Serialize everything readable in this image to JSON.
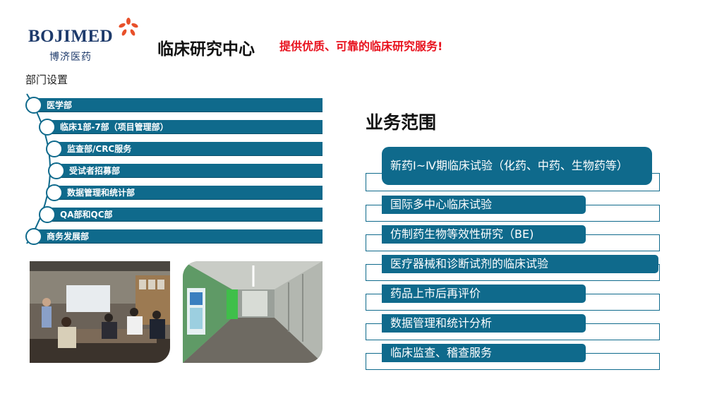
{
  "brand": {
    "logo_word": "BOJIMED",
    "logo_cn": "博济医药",
    "logo_color": "#1d3a6b",
    "star_color": "#e8502a"
  },
  "header": {
    "title": "临床研究中心",
    "slogan": "提供优质、可靠的临床研究服务!",
    "slogan_color": "#e8121e"
  },
  "departments": {
    "heading": "部门设置",
    "items": [
      "医学部",
      "临床1部-7部（项目管理部）",
      "监查部/CRC服务",
      "受试者招募部",
      "数据管理和统计部",
      "QA部和QC部",
      "商务发展部"
    ],
    "accent": "#0f6a8c"
  },
  "scope": {
    "title": "业务范围",
    "items": [
      "新药Ⅰ~Ⅳ期临床试验（化药、中药、生物药等）",
      "国际多中心临床试验",
      "仿制药生物等效性研究（BE)",
      "医疗器械和诊断试剂的临床试验",
      "药品上市后再评价",
      "数据管理和统计分析",
      "临床监查、稽查服务"
    ]
  }
}
